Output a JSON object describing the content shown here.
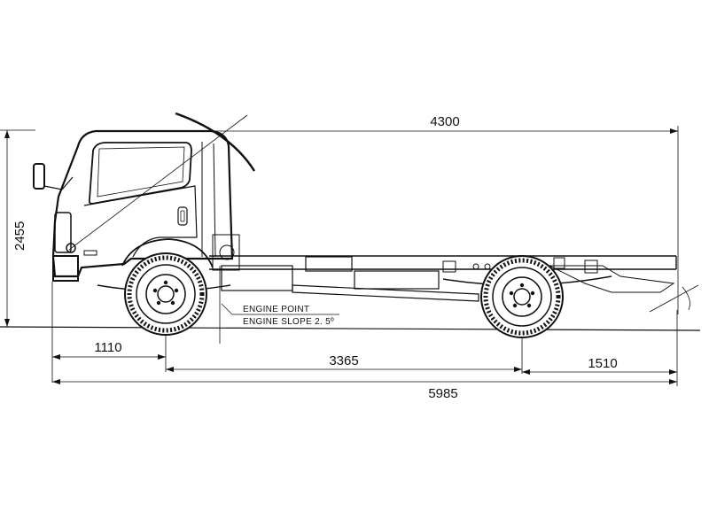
{
  "dimensions": {
    "cab_to_end_length": "4300",
    "overall_height": "2455",
    "front_overhang": "1110",
    "wheelbase": "3365",
    "rear_overhang": "1510",
    "overall_length": "5985"
  },
  "annotations": {
    "engine_point": "ENGINE POINT",
    "engine_slope": "ENGINE SLOPE 2. 5º"
  }
}
